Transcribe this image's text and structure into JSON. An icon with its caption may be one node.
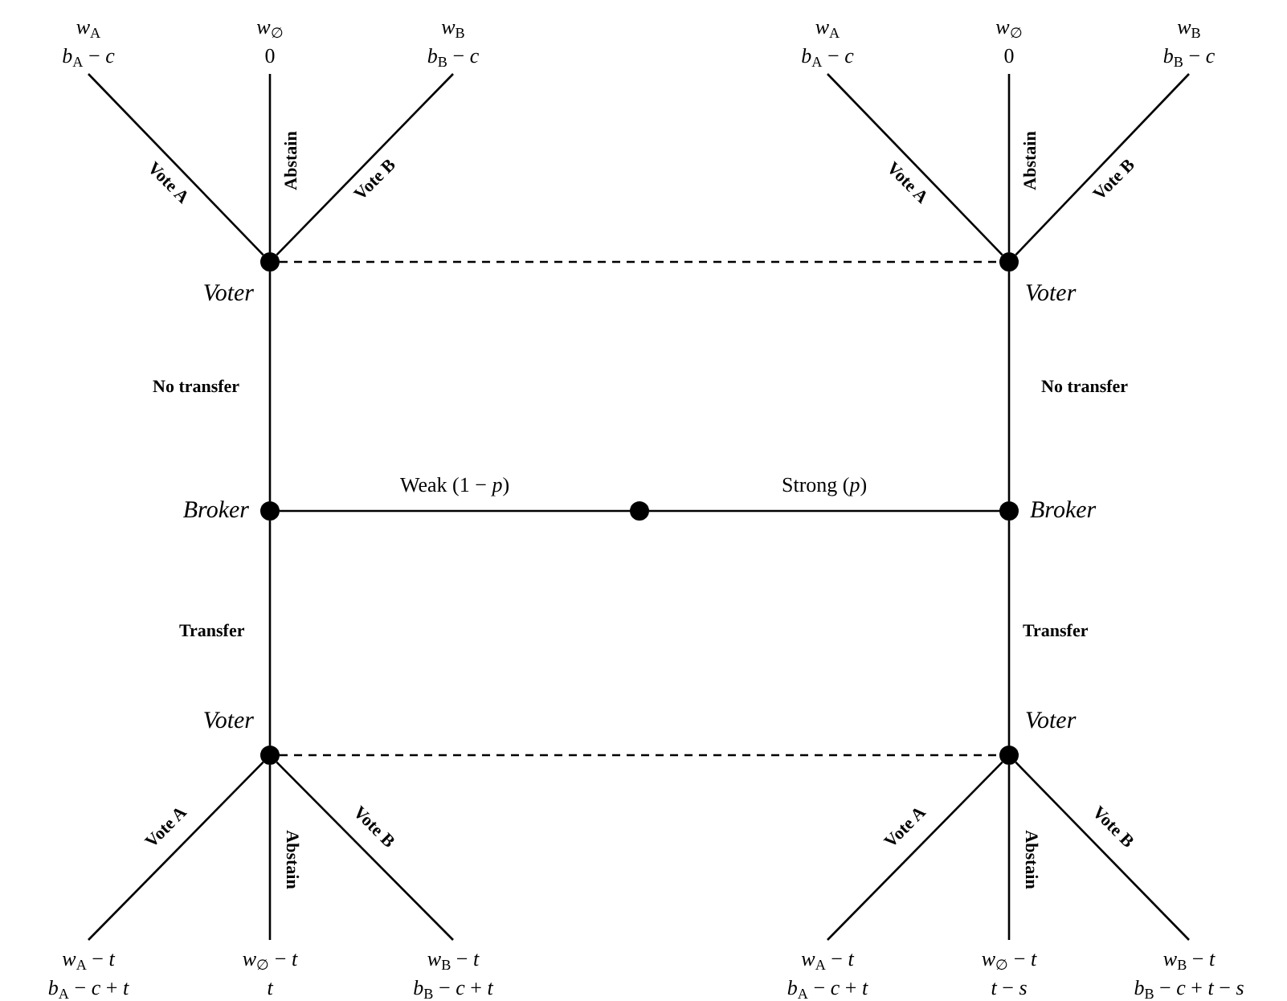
{
  "diagram": {
    "nodes": [
      {
        "text": [
          "*w*$_{A}$",
          "*b*$_{A}$ − *c*"
        ]
      },
      {
        "text": [
          "*w*$_{∅}$",
          "0"
        ]
      },
      {
        "text": [
          "*w*$_{B}$",
          "*b*$_{B}$ − *c*"
        ]
      },
      {
        "text": [
          "*w*$_{A}$",
          "*b*$_{A}$ − *c*"
        ]
      },
      {
        "text": [
          "*w*$_{∅}$",
          "0"
        ]
      },
      {
        "text": [
          "*w*$_{B}$",
          "*b*$_{B}$ − *c*"
        ]
      },
      {
        "text": [],
        "shape": "circle",
        "beside": [
          "Voter"
        ]
      },
      {
        "text": [],
        "shape": "circle",
        "beside": [
          "Voter"
        ]
      },
      {
        "text": [],
        "shape": "circle",
        "beside": [
          "Broker"
        ]
      },
      {
        "text": [],
        "shape": "circle"
      },
      {
        "text": [],
        "shape": "circle",
        "beside": [
          "Broker"
        ]
      },
      {
        "text": [],
        "shape": "circle",
        "beside": [
          "Voter"
        ]
      },
      {
        "text": [],
        "shape": "circle",
        "beside": [
          "Voter"
        ]
      },
      {
        "text": [
          "*w*$_{A}$ − *t*",
          "*b*$_{A}$ − *c* + *t*"
        ]
      },
      {
        "text": [
          "*w*$_{∅}$ − *t*",
          "*t*"
        ]
      },
      {
        "text": [
          "*w*$_{B}$ − *t*",
          "*b*$_{B}$ − *c* + *t*"
        ]
      },
      {
        "text": [
          "*w*$_{A}$ − *t*",
          "*b*$_{A}$ − *c* + *t*"
        ]
      },
      {
        "text": [
          "*w*$_{∅}$ − *t*",
          "*t* − *s*"
        ]
      },
      {
        "text": [
          "*w*$_{B}$ − *t*",
          "*b*$_{B}$ − *c* + *t* − *s*"
        ]
      }
    ],
    "edges": [
      {
        "from": 6,
        "to": 0,
        "arrow": "none",
        "label": "Vote A"
      },
      {
        "from": 6,
        "to": 1,
        "arrow": "none",
        "label": "Abstain"
      },
      {
        "from": 6,
        "to": 2,
        "arrow": "none",
        "label": "Vote B"
      },
      {
        "from": 7,
        "to": 3,
        "arrow": "none",
        "label": "Vote A"
      },
      {
        "from": 7,
        "to": 4,
        "arrow": "none",
        "label": "Abstain"
      },
      {
        "from": 7,
        "to": 5,
        "arrow": "none",
        "label": "Vote B"
      },
      {
        "from": 6,
        "to": 7,
        "arrow": "none",
        "style": "dashed"
      },
      {
        "from": 8,
        "to": 6,
        "arrow": "none",
        "label": "No transfer"
      },
      {
        "from": 8,
        "to": 11,
        "arrow": "none",
        "label": "Transfer"
      },
      {
        "from": 9,
        "to": 8,
        "arrow": "none",
        "label": "Weak (1 − *p*)"
      },
      {
        "from": 9,
        "to": 10,
        "arrow": "none",
        "label": "Strong (*p*)"
      },
      {
        "from": 10,
        "to": 7,
        "arrow": "none",
        "label": "No transfer"
      },
      {
        "from": 10,
        "to": 12,
        "arrow": "none",
        "label": "Transfer"
      },
      {
        "from": 11,
        "to": 12,
        "arrow": "none",
        "style": "dashed"
      },
      {
        "from": 11,
        "to": 13,
        "arrow": "none",
        "label": "Vote A"
      },
      {
        "from": 11,
        "to": 14,
        "arrow": "none",
        "label": "Abstain"
      },
      {
        "from": 11,
        "to": 15,
        "arrow": "none",
        "label": "Vote B"
      },
      {
        "from": 12,
        "to": 16,
        "arrow": "none",
        "label": "Vote A"
      },
      {
        "from": 12,
        "to": 17,
        "arrow": "none",
        "label": "Abstain"
      },
      {
        "from": 12,
        "to": 18,
        "arrow": "none",
        "label": "Vote B"
      }
    ]
  }
}
